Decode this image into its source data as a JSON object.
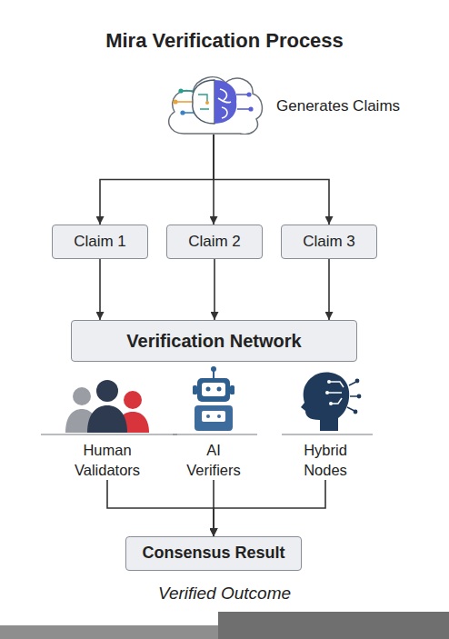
{
  "diagram": {
    "title": "Mira Verification Process",
    "nodes": [
      {
        "text": [
          "Generates Claims"
        ]
      },
      {
        "text": [
          "Claim 1"
        ]
      },
      {
        "text": [
          "Claim 2"
        ]
      },
      {
        "text": [
          "Claim 3"
        ]
      },
      {
        "text": [
          "Verification Network"
        ]
      },
      {
        "text": [
          "Human Validators"
        ]
      },
      {
        "text": [
          "AI Verifiers"
        ]
      },
      {
        "text": [
          "Hybrid Nodes"
        ]
      },
      {
        "text": [
          "Consensus Result"
        ]
      }
    ],
    "edges": [
      {
        "from": 0,
        "to": 1,
        "arrow": "to"
      },
      {
        "from": 0,
        "to": 2,
        "arrow": "to"
      },
      {
        "from": 0,
        "to": 3,
        "arrow": "to"
      },
      {
        "from": 1,
        "to": 4,
        "arrow": "to"
      },
      {
        "from": 2,
        "to": 4,
        "arrow": "to"
      },
      {
        "from": 3,
        "to": 4,
        "arrow": "to"
      },
      {
        "from": 5,
        "to": 8,
        "arrow": "to"
      },
      {
        "from": 6,
        "to": 8,
        "arrow": "to"
      },
      {
        "from": 7,
        "to": 8,
        "arrow": "to"
      }
    ],
    "labels": [
      "Verified Outcome"
    ]
  }
}
